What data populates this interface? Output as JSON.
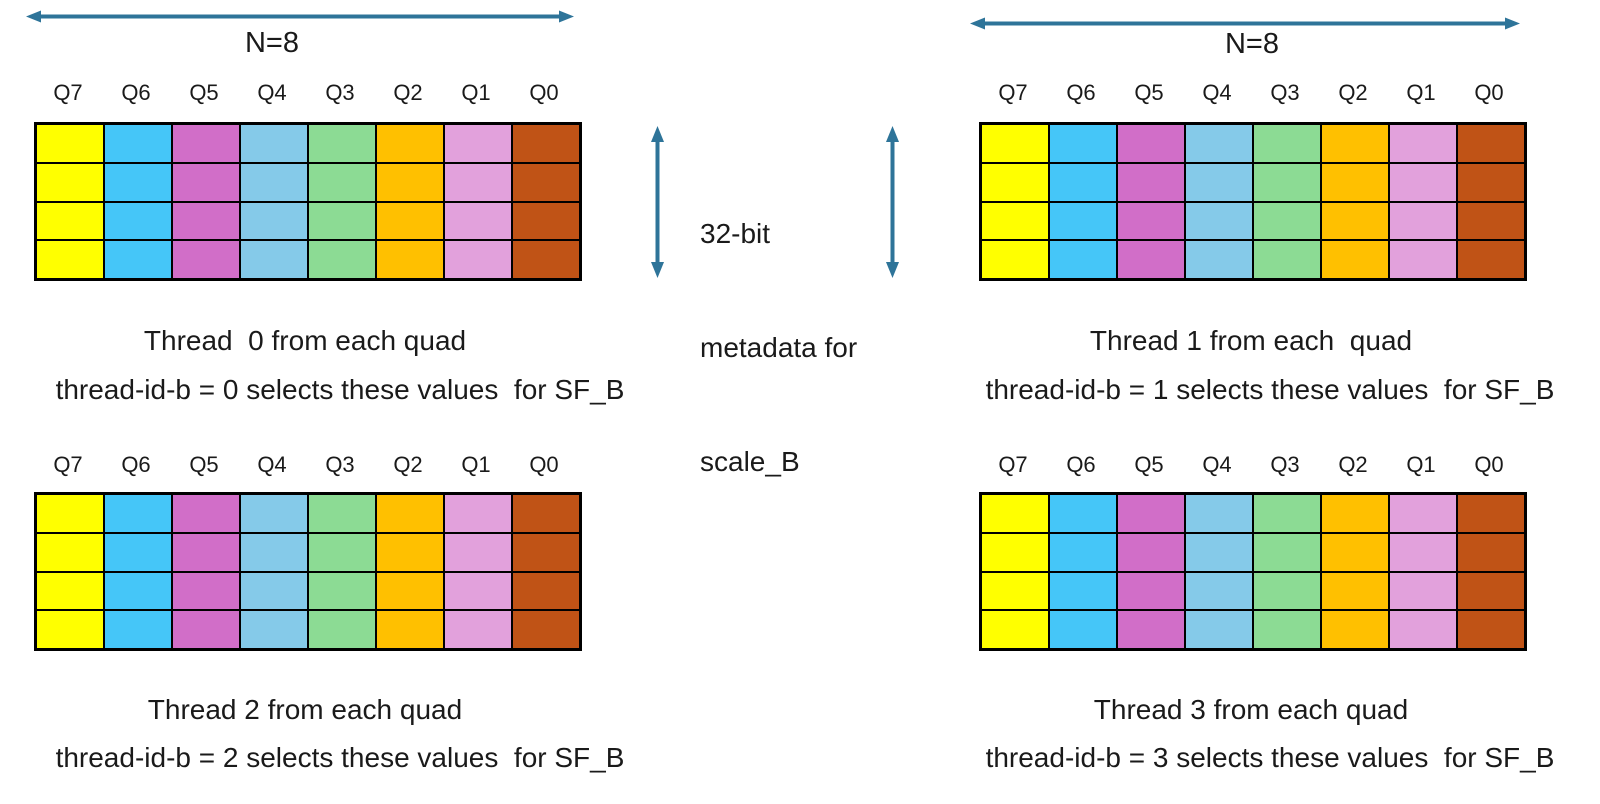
{
  "colors": {
    "arrow": "#2E7499",
    "cell_border": "#000000",
    "text": "#1A1A1A",
    "columns": [
      "#FFFF00",
      "#45C6F8",
      "#D16EC8",
      "#85CAE9",
      "#8CDB94",
      "#FFC000",
      "#E2A1DC",
      "#C05316"
    ]
  },
  "grid": {
    "rows": 4,
    "cols": 8
  },
  "column_labels": [
    "Q7",
    "Q6",
    "Q5",
    "Q4",
    "Q3",
    "Q2",
    "Q1",
    "Q0"
  ],
  "n_arrows": {
    "left_label": "N=8",
    "right_label": "N=8"
  },
  "middle_annotation": {
    "lines": [
      "32-bit",
      "metadata for",
      "scale_B"
    ]
  },
  "panels": [
    {
      "title": "Thread  0 from each quad",
      "description": "thread-id-b = 0 selects these values  for SF_B"
    },
    {
      "title": "Thread 1 from each  quad",
      "description": "thread-id-b = 1 selects these values  for SF_B"
    },
    {
      "title": "Thread 2 from each quad",
      "description": "thread-id-b = 2 selects these values  for SF_B"
    },
    {
      "title": "Thread 3 from each quad",
      "description": "thread-id-b = 3 selects these values  for SF_B"
    }
  ]
}
